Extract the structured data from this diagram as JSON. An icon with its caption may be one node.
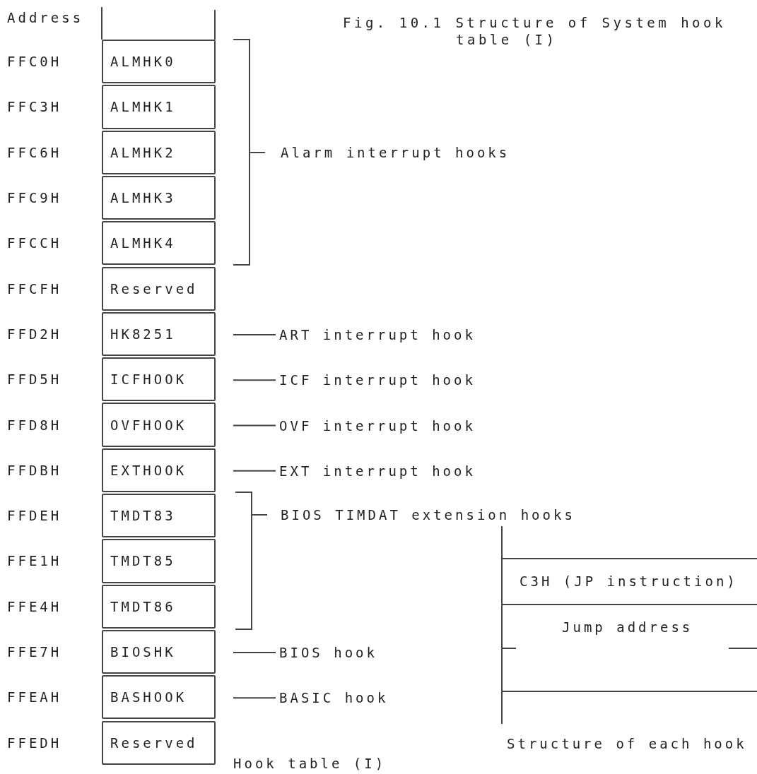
{
  "diagram": {
    "title": "Fig. 10.1 Structure of System hook table (I)",
    "nodes": [
      {
        "text": [
          "ALMHK0"
        ],
        "beside": [
          "FFC0H"
        ]
      },
      {
        "text": [
          "ALMHK1"
        ],
        "beside": [
          "FFC3H"
        ]
      },
      {
        "text": [
          "ALMHK2"
        ],
        "beside": [
          "FFC6H"
        ]
      },
      {
        "text": [
          "ALMHK3"
        ],
        "beside": [
          "FFC9H"
        ]
      },
      {
        "text": [
          "ALMHK4"
        ],
        "beside": [
          "FFCCH"
        ]
      },
      {
        "text": [
          "Reserved"
        ],
        "beside": [
          "FFCFH"
        ]
      },
      {
        "text": [
          "HK8251"
        ],
        "beside": [
          "FFD2H"
        ]
      },
      {
        "text": [
          "ICFHOOK"
        ],
        "beside": [
          "FFD5H"
        ]
      },
      {
        "text": [
          "OVFHOOK"
        ],
        "beside": [
          "FFD8H"
        ]
      },
      {
        "text": [
          "EXTHOOK"
        ],
        "beside": [
          "FFDBH"
        ]
      },
      {
        "text": [
          "TMDT83"
        ],
        "beside": [
          "FFDEH"
        ]
      },
      {
        "text": [
          "TMDT85"
        ],
        "beside": [
          "FFE1H"
        ]
      },
      {
        "text": [
          "TMDT86"
        ],
        "beside": [
          "FFE4H"
        ]
      },
      {
        "text": [
          "BIOSHK"
        ],
        "beside": [
          "FFE7H"
        ]
      },
      {
        "text": [
          "BASHOOK"
        ],
        "beside": [
          "FFEAH"
        ]
      },
      {
        "text": [
          "Reserved"
        ],
        "beside": [
          "FFEDH"
        ]
      },
      {
        "text": [
          "ART interrupt hook"
        ]
      },
      {
        "text": [
          "ICF interrupt hook"
        ]
      },
      {
        "text": [
          "OVF interrupt hook"
        ]
      },
      {
        "text": [
          "EXT interrupt hook"
        ]
      },
      {
        "text": [
          "BIOS hook"
        ]
      },
      {
        "text": [
          "BASIC hook"
        ]
      },
      {
        "text": [
          "C3H (JP instruction)"
        ]
      },
      {
        "text": [
          "Jump address"
        ]
      }
    ],
    "edges": [
      {
        "from": 16,
        "to": 6,
        "arrow": "none"
      },
      {
        "from": 17,
        "to": 7,
        "arrow": "none"
      },
      {
        "from": 18,
        "to": 8,
        "arrow": "none"
      },
      {
        "from": 19,
        "to": 9,
        "arrow": "none"
      },
      {
        "from": 20,
        "to": 13,
        "arrow": "none"
      },
      {
        "from": 21,
        "to": 14,
        "arrow": "none"
      }
    ],
    "labels": [
      "Address",
      "Alarm interrupt hooks",
      "BIOS TIMDAT extension hooks",
      "Hook table (I)",
      "Structure of each hook"
    ]
  }
}
